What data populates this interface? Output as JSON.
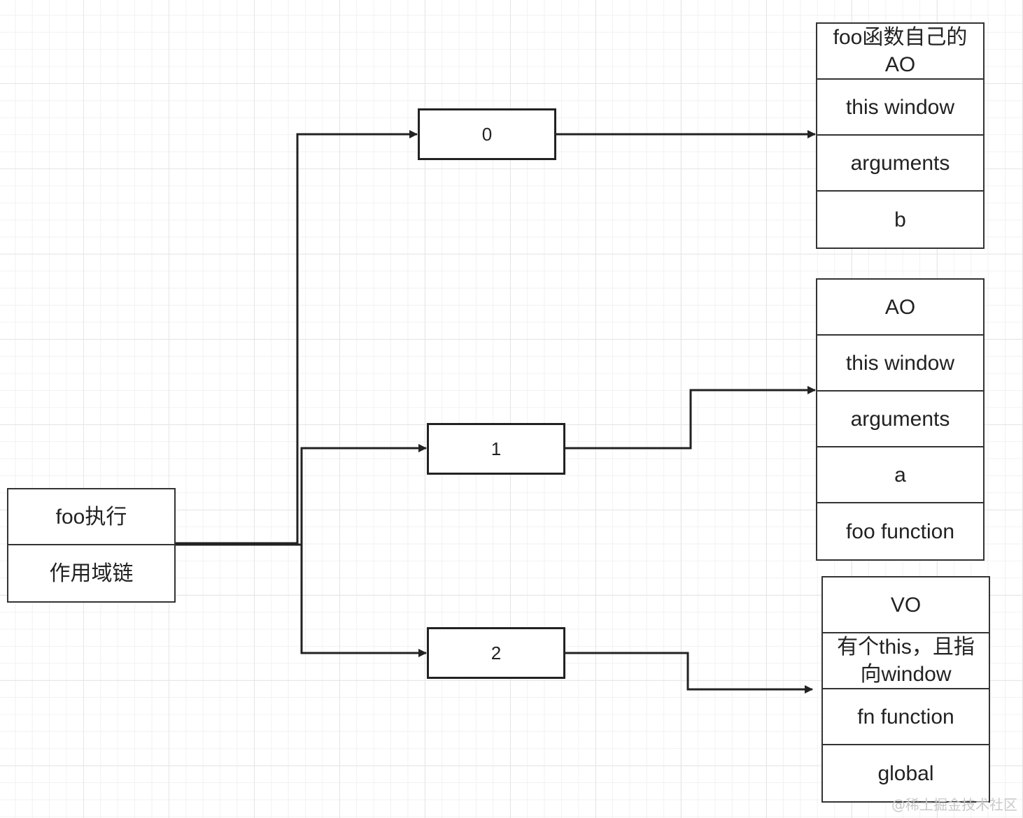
{
  "scope_chain_box": {
    "rows": [
      "foo执行",
      "作用域链"
    ]
  },
  "chain_nodes": [
    "0",
    "1",
    "2"
  ],
  "foo_ao_box": {
    "rows": [
      "foo函数自己的AO",
      "this window",
      "arguments",
      "b"
    ]
  },
  "ao_box": {
    "rows": [
      "AO",
      "this window",
      "arguments",
      "a",
      "foo function"
    ]
  },
  "vo_box": {
    "rows": [
      "VO",
      "有个this，且指向window",
      "fn function",
      "global"
    ]
  },
  "watermark": "@稀土掘金技术社区",
  "colors": {
    "line": "#222222",
    "box_border": "#333333",
    "grid_major": "#e6e6e6",
    "grid_minor": "#f2f2f2"
  }
}
